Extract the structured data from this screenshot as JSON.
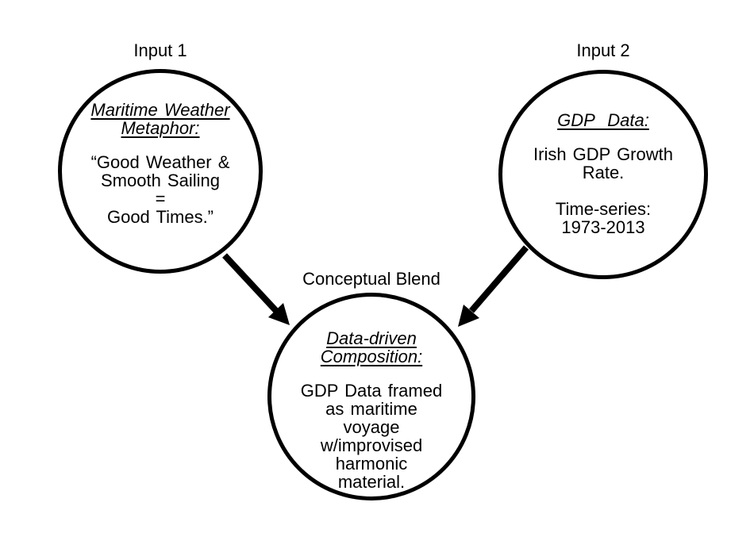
{
  "diagram": {
    "colors": {
      "background": "#ffffff",
      "stroke": "#000000",
      "text": "#000000"
    },
    "nodes": {
      "input1": {
        "label": "Input 1",
        "title_lines": [
          "Maritime Weather",
          "Metaphor:"
        ],
        "body_lines": [
          "“Good Weather &",
          "Smooth Sailing",
          "=",
          "Good Times.”"
        ]
      },
      "input2": {
        "label": "Input 2",
        "title_lines": [
          "GDP  Data:"
        ],
        "body_lines": [
          "Irish GDP Growth",
          "Rate.",
          "",
          "Time-series:",
          "1973-2013"
        ]
      },
      "blend": {
        "label": "Conceptual Blend",
        "title_lines": [
          "Data-driven",
          "Composition:"
        ],
        "body_lines": [
          "GDP Data framed",
          "as maritime",
          "voyage",
          "w/improvised",
          "harmonic",
          "material."
        ]
      }
    },
    "arrows": [
      {
        "from": "input1",
        "to": "blend"
      },
      {
        "from": "input2",
        "to": "blend"
      }
    ]
  }
}
